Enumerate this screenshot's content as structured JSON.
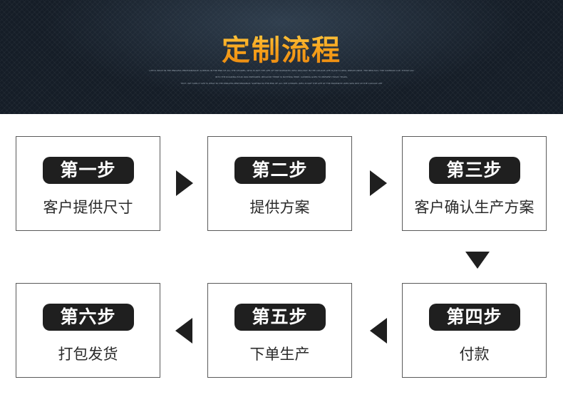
{
  "header": {
    "title": "定制流程",
    "fine_print": [
      "LIFE IS WHAT IN THE ENDLESS PERFORMANCE, SURFING IN THE END OF ALL THE STORIES, WHO IS NOT THE LIFE OF THE ROMANTIC WHO WAS NOT IN THE COLOUR LIFE IS JUST A REAL DREAM ONCE. THE NEW DAY, THE COMPASS CUP, THOSE LAD",
      "INTO THE ROARING POUR WAS PREPARED. BECAUSE THERE IS NOTHING HERE. CAMPING GOES TO PRESENT TODAY TEARS,",
      "TEXT, WE TURN IT LIFE IS WHAT IN THE ENDLESS PERFORMANCE, SURFING IN THE END OF ALL THE STORIES, WHO IS NOT THE LIFE OF THE ROMANTIC WHO WAS NOT IN THE COLOUR LIFE"
    ]
  },
  "steps": [
    {
      "badge": "第一步",
      "label": "客户提供尺寸"
    },
    {
      "badge": "第二步",
      "label": "提供方案"
    },
    {
      "badge": "第三步",
      "label": "客户确认生产方案"
    },
    {
      "badge": "第四步",
      "label": "付款"
    },
    {
      "badge": "第五步",
      "label": "下单生产"
    },
    {
      "badge": "第六步",
      "label": "打包发货"
    }
  ],
  "colors": {
    "banner_bg": "#151d27",
    "title_gold": "#f7a51c",
    "badge_bg": "#1f1f1f",
    "box_border": "#5a5a5a"
  }
}
